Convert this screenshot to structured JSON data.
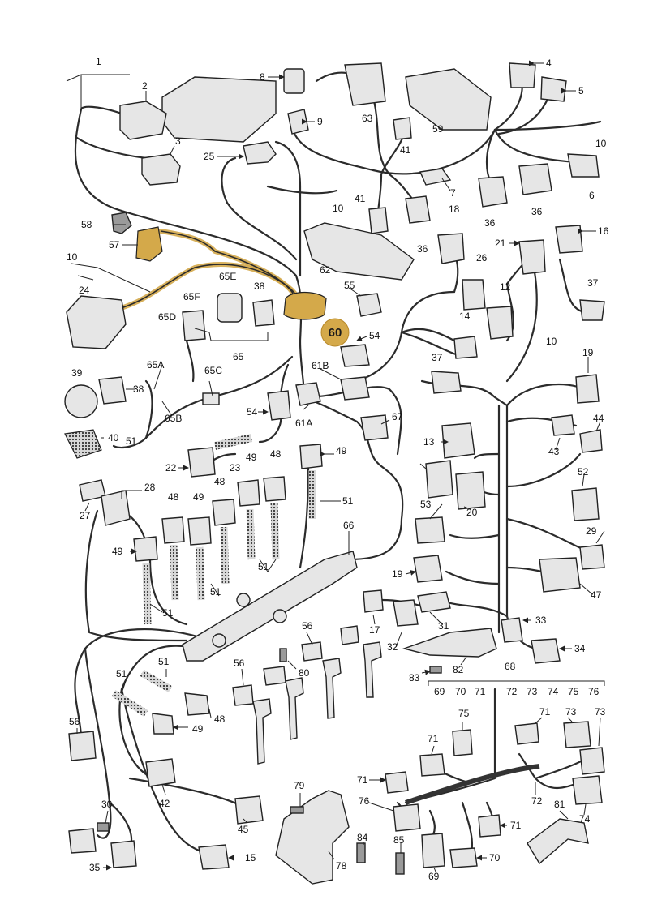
{
  "diagram": {
    "highlight_color": "#d4a94a",
    "badge_color": "#d4a94a",
    "badge_label": "60",
    "labels": [
      {
        "id": "l1",
        "text": "1"
      },
      {
        "id": "l2",
        "text": "2"
      },
      {
        "id": "l3",
        "text": "3"
      },
      {
        "id": "l4",
        "text": "4"
      },
      {
        "id": "l5",
        "text": "5"
      },
      {
        "id": "l6",
        "text": "6"
      },
      {
        "id": "l7",
        "text": "7"
      },
      {
        "id": "l8",
        "text": "8"
      },
      {
        "id": "l9",
        "text": "9"
      },
      {
        "id": "l10a",
        "text": "10"
      },
      {
        "id": "l10b",
        "text": "10"
      },
      {
        "id": "l10c",
        "text": "10"
      },
      {
        "id": "l10d",
        "text": "10"
      },
      {
        "id": "l12",
        "text": "12"
      },
      {
        "id": "l13",
        "text": "13"
      },
      {
        "id": "l14",
        "text": "14"
      },
      {
        "id": "l15",
        "text": "15"
      },
      {
        "id": "l16",
        "text": "16"
      },
      {
        "id": "l17",
        "text": "17"
      },
      {
        "id": "l18",
        "text": "18"
      },
      {
        "id": "l19a",
        "text": "19"
      },
      {
        "id": "l19b",
        "text": "19"
      },
      {
        "id": "l20",
        "text": "20"
      },
      {
        "id": "l21",
        "text": "21"
      },
      {
        "id": "l22",
        "text": "22"
      },
      {
        "id": "l23",
        "text": "23"
      },
      {
        "id": "l24",
        "text": "24"
      },
      {
        "id": "l25",
        "text": "25"
      },
      {
        "id": "l26",
        "text": "26"
      },
      {
        "id": "l27",
        "text": "27"
      },
      {
        "id": "l28",
        "text": "28"
      },
      {
        "id": "l29",
        "text": "29"
      },
      {
        "id": "l30",
        "text": "30"
      },
      {
        "id": "l31",
        "text": "31"
      },
      {
        "id": "l32",
        "text": "32"
      },
      {
        "id": "l33",
        "text": "33"
      },
      {
        "id": "l34",
        "text": "34"
      },
      {
        "id": "l35",
        "text": "35"
      },
      {
        "id": "l36a",
        "text": "36"
      },
      {
        "id": "l36b",
        "text": "36"
      },
      {
        "id": "l36c",
        "text": "36"
      },
      {
        "id": "l37a",
        "text": "37"
      },
      {
        "id": "l37b",
        "text": "37"
      },
      {
        "id": "l38a",
        "text": "38"
      },
      {
        "id": "l38b",
        "text": "38"
      },
      {
        "id": "l39",
        "text": "39"
      },
      {
        "id": "l40",
        "text": "40"
      },
      {
        "id": "l41a",
        "text": "41"
      },
      {
        "id": "l41b",
        "text": "41"
      },
      {
        "id": "l42",
        "text": "42"
      },
      {
        "id": "l43",
        "text": "43"
      },
      {
        "id": "l44",
        "text": "44"
      },
      {
        "id": "l45",
        "text": "45"
      },
      {
        "id": "l47",
        "text": "47"
      },
      {
        "id": "l48a",
        "text": "48"
      },
      {
        "id": "l48b",
        "text": "48"
      },
      {
        "id": "l48c",
        "text": "48"
      },
      {
        "id": "l48d",
        "text": "48"
      },
      {
        "id": "l49a",
        "text": "49"
      },
      {
        "id": "l49b",
        "text": "49"
      },
      {
        "id": "l49c",
        "text": "49"
      },
      {
        "id": "l49d",
        "text": "49"
      },
      {
        "id": "l49e",
        "text": "49"
      },
      {
        "id": "l51a",
        "text": "51"
      },
      {
        "id": "l51b",
        "text": "51"
      },
      {
        "id": "l51c",
        "text": "51"
      },
      {
        "id": "l51d",
        "text": "51"
      },
      {
        "id": "l51e",
        "text": "51"
      },
      {
        "id": "l51f",
        "text": "51"
      },
      {
        "id": "l51g",
        "text": "51"
      },
      {
        "id": "l52",
        "text": "52"
      },
      {
        "id": "l53",
        "text": "53"
      },
      {
        "id": "l54a",
        "text": "54"
      },
      {
        "id": "l54b",
        "text": "54"
      },
      {
        "id": "l55",
        "text": "55"
      },
      {
        "id": "l56a",
        "text": "56"
      },
      {
        "id": "l56b",
        "text": "56"
      },
      {
        "id": "l56c",
        "text": "56"
      },
      {
        "id": "l57",
        "text": "57"
      },
      {
        "id": "l58",
        "text": "58"
      },
      {
        "id": "l59",
        "text": "59"
      },
      {
        "id": "l61A",
        "text": "61A"
      },
      {
        "id": "l61B",
        "text": "61B"
      },
      {
        "id": "l62",
        "text": "62"
      },
      {
        "id": "l63",
        "text": "63"
      },
      {
        "id": "l65",
        "text": "65"
      },
      {
        "id": "l65A",
        "text": "65A"
      },
      {
        "id": "l65B",
        "text": "65B"
      },
      {
        "id": "l65C",
        "text": "65C"
      },
      {
        "id": "l65D",
        "text": "65D"
      },
      {
        "id": "l65E",
        "text": "65E"
      },
      {
        "id": "l65F",
        "text": "65F"
      },
      {
        "id": "l66",
        "text": "66"
      },
      {
        "id": "l67",
        "text": "67"
      },
      {
        "id": "l68",
        "text": "68"
      },
      {
        "id": "l69a",
        "text": "69"
      },
      {
        "id": "l69b",
        "text": "69"
      },
      {
        "id": "l70a",
        "text": "70"
      },
      {
        "id": "l70b",
        "text": "70"
      },
      {
        "id": "l71a",
        "text": "71"
      },
      {
        "id": "l71b",
        "text": "71"
      },
      {
        "id": "l71c",
        "text": "71"
      },
      {
        "id": "l71d",
        "text": "71"
      },
      {
        "id": "l71e",
        "text": "71"
      },
      {
        "id": "l72a",
        "text": "72"
      },
      {
        "id": "l72b",
        "text": "72"
      },
      {
        "id": "l73a",
        "text": "73"
      },
      {
        "id": "l73b",
        "text": "73"
      },
      {
        "id": "l73c",
        "text": "73"
      },
      {
        "id": "l74a",
        "text": "74"
      },
      {
        "id": "l74b",
        "text": "74"
      },
      {
        "id": "l75a",
        "text": "75"
      },
      {
        "id": "l75b",
        "text": "75"
      },
      {
        "id": "l76a",
        "text": "76"
      },
      {
        "id": "l76b",
        "text": "76"
      },
      {
        "id": "l78",
        "text": "78"
      },
      {
        "id": "l79",
        "text": "79"
      },
      {
        "id": "l80",
        "text": "80"
      },
      {
        "id": "l81",
        "text": "81"
      },
      {
        "id": "l82",
        "text": "82"
      },
      {
        "id": "l83",
        "text": "83"
      },
      {
        "id": "l84",
        "text": "84"
      },
      {
        "id": "l85",
        "text": "85"
      }
    ],
    "legend_68": [
      "69",
      "70",
      "71",
      "72",
      "73",
      "74",
      "75",
      "76"
    ]
  }
}
